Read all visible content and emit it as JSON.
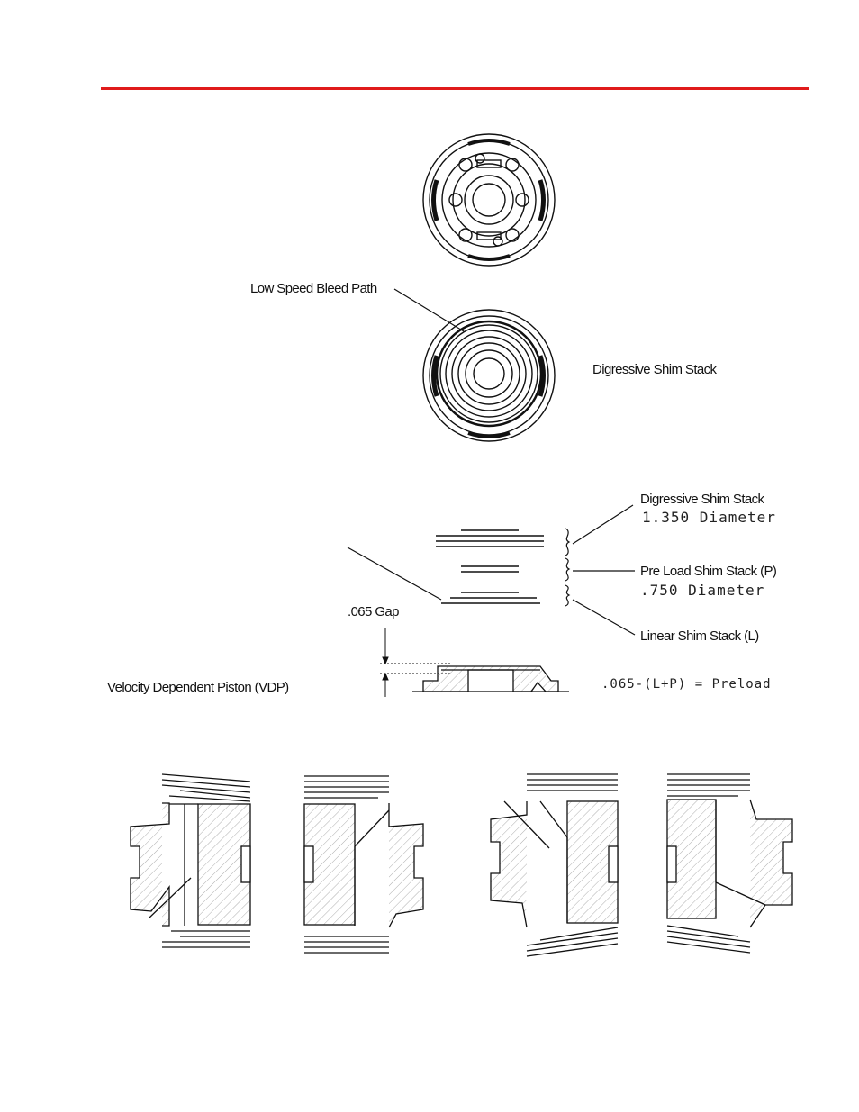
{
  "labels": {
    "low_speed_bleed": "Low Speed Bleed Path",
    "digressive_top": "Digressive Shim Stack",
    "digressive": "Digressive Shim Stack",
    "digressive_dia": "1.350 Diameter",
    "preload": "Pre Load Shim Stack  (P)",
    "preload_dia": ".750 Diameter",
    "gap": ".065 Gap",
    "linear": "Linear Shim Stack  (L)",
    "vdp": "Velocity Dependent Piston (VDP)",
    "formula": ".065-(L+P) = Preload"
  },
  "colors": {
    "accent_rule": "#e01b1b",
    "line": "#111111"
  }
}
